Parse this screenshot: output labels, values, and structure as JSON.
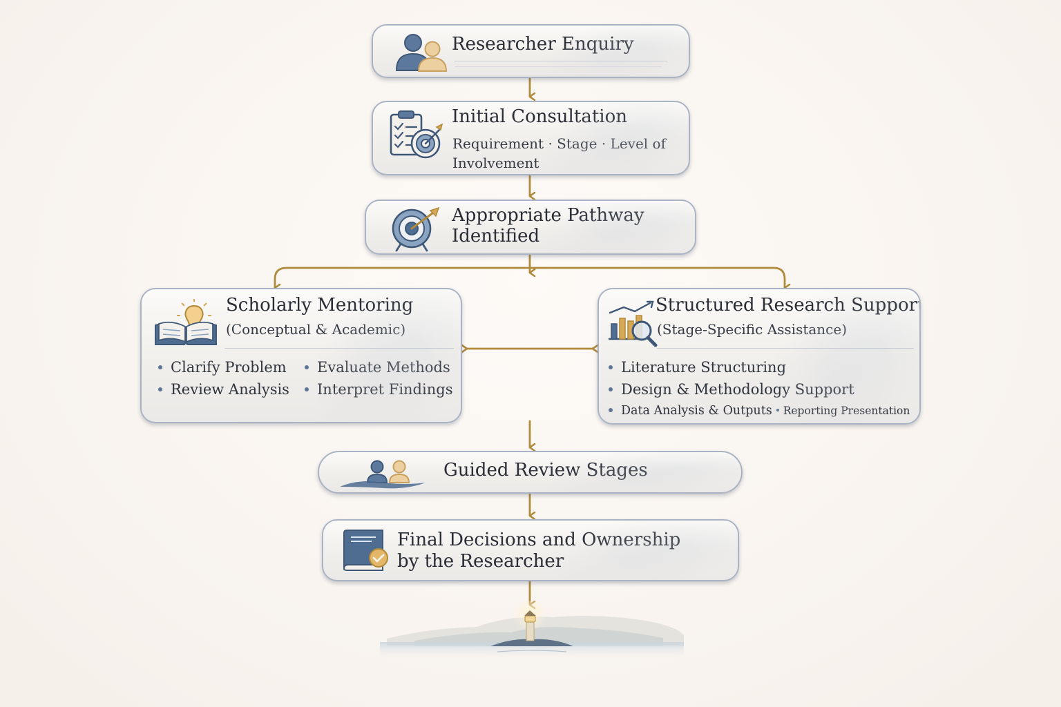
{
  "colors": {
    "connector": "#b08a3a",
    "node_border": "#aab3c4",
    "icon_blue": "#4f6c91",
    "icon_gold": "#e0b876",
    "background": "#fbf7f3"
  },
  "nodes": {
    "researcher_enquiry": {
      "title": "Researcher Enquiry",
      "icon": "people-icon"
    },
    "initial_consultation": {
      "title": "Initial Consultation",
      "subtitle": "Requirement · Stage · Level of Involvement",
      "icon": "clipboard-target-icon"
    },
    "appropriate_pathway": {
      "title": "Appropriate Pathway Identified",
      "icon": "target-arrow-icon"
    },
    "scholarly_mentoring": {
      "title": "Scholarly Mentoring",
      "subtitle": "(Conceptual & Academic)",
      "icon": "book-lightbulb-icon",
      "bullets": [
        "Clarify Problem",
        "Evaluate Methods",
        "Review Analysis",
        "Interpret Findings"
      ]
    },
    "structured_support": {
      "title": "Structured Research Support",
      "subtitle": "(Stage-Specific Assistance)",
      "icon": "chart-magnifier-icon",
      "bullets": [
        "Literature Structuring",
        "Design & Methodology Support",
        "Data Analysis & Outputs",
        "Reporting Presentation"
      ]
    },
    "guided_review": {
      "title": "Guided Review Stages",
      "icon": "people-wave-icon"
    },
    "final_decisions": {
      "title": "Final Decisions and Ownership by the Researcher",
      "icon": "book-check-icon"
    }
  },
  "edges": [
    {
      "from": "Researcher Enquiry",
      "to": "Initial Consultation"
    },
    {
      "from": "Initial Consultation",
      "to": "Appropriate Pathway Identified"
    },
    {
      "from": "Appropriate Pathway Identified",
      "to": "Scholarly Mentoring"
    },
    {
      "from": "Appropriate Pathway Identified",
      "to": "Structured Research Support"
    },
    {
      "from": "Scholarly Mentoring",
      "to": "Structured Research Support",
      "bidirectional": true
    },
    {
      "from": "Scholarly Mentoring / Structured Research Support",
      "to": "Guided Review Stages"
    },
    {
      "from": "Guided Review Stages",
      "to": "Final Decisions and Ownership by the Researcher"
    },
    {
      "from": "Final Decisions and Ownership by the Researcher",
      "to": "lighthouse-illustration"
    }
  ]
}
